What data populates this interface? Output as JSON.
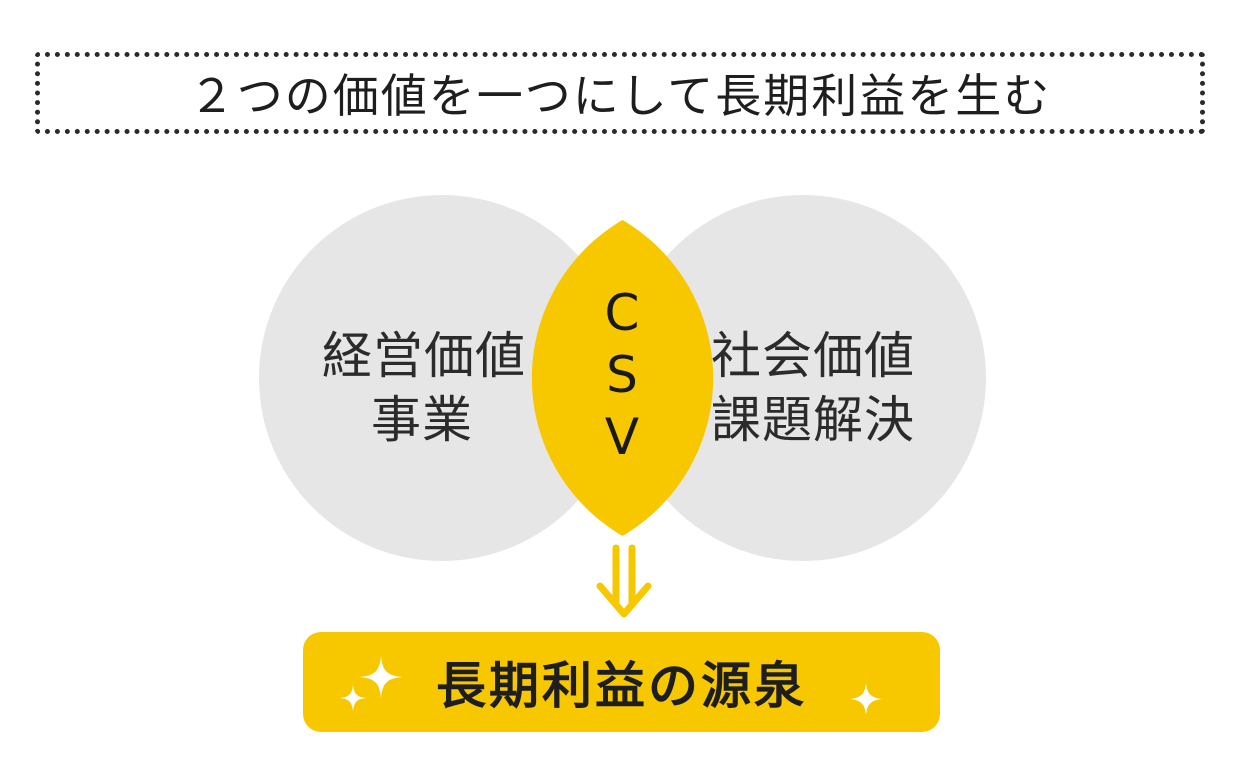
{
  "title": "２つの価値を一つにして長期利益を生む",
  "venn": {
    "left": {
      "line1": "経営価値",
      "line2": "事業"
    },
    "right": {
      "line1": "社会価値",
      "line2": "課題解決"
    },
    "overlap": [
      "C",
      "S",
      "V"
    ]
  },
  "result": "長期利益の源泉",
  "colors": {
    "circle": "#e6e6e6",
    "accent": "#f7c800",
    "text": "#2b2b2b",
    "sparkle": "#ffffff"
  },
  "icons": {
    "arrow": "double-down-arrow-icon",
    "sparkle": "sparkle-icon"
  }
}
